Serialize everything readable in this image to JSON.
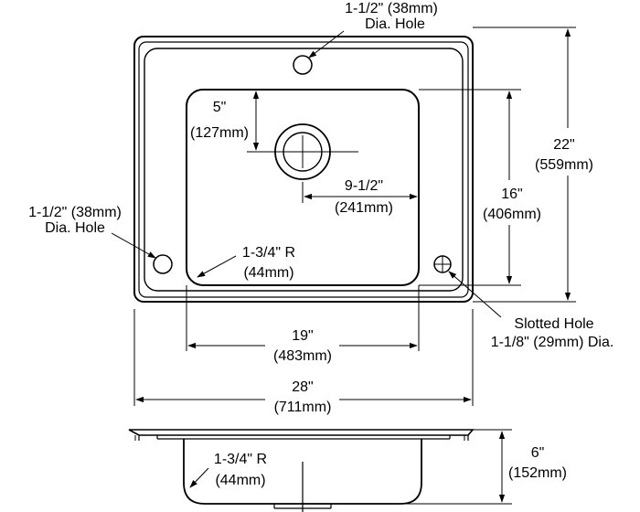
{
  "top_hole": {
    "line1": "1-1/2\" (38mm)",
    "line2": "Dia. Hole"
  },
  "left_hole": {
    "line1": "1-1/2\" (38mm)",
    "line2": "Dia. Hole"
  },
  "drain_offset": {
    "value": "5\"",
    "metric": "(127mm)"
  },
  "drain_to_side": {
    "value": "9-1/2\"",
    "metric": "(241mm)"
  },
  "bowl_length": {
    "value": "16\"",
    "metric": "(406mm)"
  },
  "overall_length": {
    "value": "22\"",
    "metric": "(559mm)"
  },
  "corner_radius_top": {
    "value": "1-3/4\" R",
    "metric": "(44mm)"
  },
  "slotted_hole": {
    "line1": "Slotted Hole",
    "line2": "1-1/8\" (29mm) Dia."
  },
  "bowl_width": {
    "value": "19\"",
    "metric": "(483mm)"
  },
  "overall_width": {
    "value": "28\"",
    "metric": "(711mm)"
  },
  "depth": {
    "value": "6\"",
    "metric": "(152mm)"
  },
  "corner_radius_side": {
    "value": "1-3/4\" R",
    "metric": "(44mm)"
  }
}
